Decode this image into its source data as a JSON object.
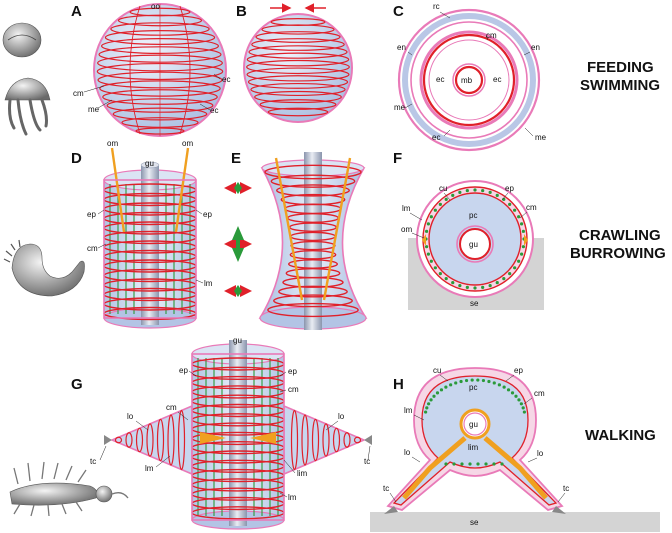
{
  "panels": {
    "A": {
      "letter": "A",
      "labels": {
        "oo": "oo",
        "cm": "cm",
        "me": "me",
        "ec1": "ec",
        "ec2": "ec"
      }
    },
    "B": {
      "letter": "B"
    },
    "C": {
      "letter": "C",
      "labels": {
        "rc": "rc",
        "cm": "cm",
        "en_l": "en",
        "en_r": "en",
        "me_l": "me",
        "me_r": "me",
        "ec_l": "ec",
        "ec_r": "ec",
        "ec_in_l": "ec",
        "ec_in_r": "ec",
        "mb": "mb"
      }
    },
    "D": {
      "letter": "D",
      "labels": {
        "om_l": "om",
        "om_r": "om",
        "gu": "gu",
        "ep_l": "ep",
        "ep_r": "ep",
        "cm": "cm",
        "lm": "lm"
      }
    },
    "E": {
      "letter": "E"
    },
    "F": {
      "letter": "F",
      "labels": {
        "cu": "cu",
        "ep": "ep",
        "lm": "lm",
        "cm": "cm",
        "pc": "pc",
        "om": "om",
        "gu": "gu",
        "se": "se"
      }
    },
    "G": {
      "letter": "G",
      "labels": {
        "gu": "gu",
        "ep_l": "ep",
        "ep_r": "ep",
        "cm_r": "cm",
        "cm_l": "cm",
        "lo_l": "lo",
        "lo_r": "lo",
        "tc_l": "tc",
        "tc_r": "tc",
        "lm_l": "lm",
        "lim": "lim",
        "lm_b": "lm"
      }
    },
    "H": {
      "letter": "H",
      "labels": {
        "cu": "cu",
        "ep": "ep",
        "pc": "pc",
        "cm": "cm",
        "lm": "lm",
        "gu": "gu",
        "lo_l": "lo",
        "lo_r": "lo",
        "lim": "lim",
        "tc_l": "tc",
        "tc_r": "tc",
        "se": "se"
      }
    }
  },
  "modes": {
    "feeding": "FEEDING",
    "swimming": "SWIMMING",
    "crawling": "CRAWLING",
    "burrowing": "BURROWING",
    "walking": "WALKING"
  },
  "icons": {
    "jellyfish": "jellyfish-icon",
    "worm": "worm-icon",
    "lobopod": "lobopodian-icon"
  },
  "colors": {
    "circular_muscle": "#e0202a",
    "longitudinal_muscle": "#2a9a3a",
    "oblique_muscle": "#f0a020",
    "body_fill": "#c8d6ee",
    "epidermis": "#e97ab8",
    "sediment": "#d4d4d4"
  }
}
